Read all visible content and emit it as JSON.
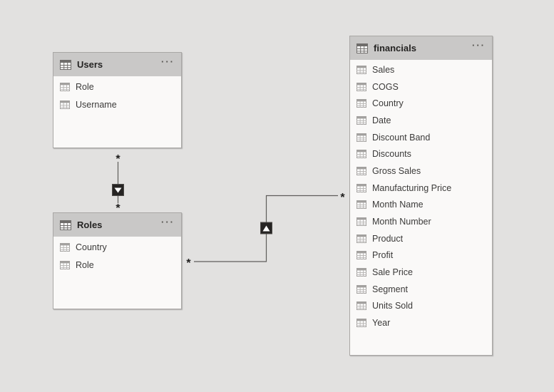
{
  "tables": [
    {
      "name": "Users",
      "menu_label": "···",
      "fields": [
        "Role",
        "Username"
      ]
    },
    {
      "name": "Roles",
      "menu_label": "···",
      "fields": [
        "Country",
        "Role"
      ]
    },
    {
      "name": "financials",
      "menu_label": "···",
      "fields": [
        "Sales",
        "COGS",
        "Country",
        "Date",
        "Discount Band",
        "Discounts",
        "Gross Sales",
        "Manufacturing Price",
        "Month Name",
        "Month Number",
        "Product",
        "Profit",
        "Sale Price",
        "Segment",
        "Units Sold",
        "Year"
      ]
    }
  ],
  "relationships": [
    {
      "from_table": "Users",
      "to_table": "Roles",
      "from_cardinality": "*",
      "to_cardinality": "*",
      "filter_arrow": "down"
    },
    {
      "from_table": "Roles",
      "to_table": "financials",
      "from_cardinality": "*",
      "to_cardinality": "*",
      "filter_arrow": "up"
    }
  ],
  "colors": {
    "canvas_bg": "#e2e1e0",
    "table_header_bg": "#c9c8c7",
    "table_body_bg": "#faf9f8",
    "table_border": "#a9a7a5",
    "header_text": "#252423",
    "field_text": "#3b3a39",
    "line": "#5f5d5b",
    "arrow_box": "#262423"
  }
}
